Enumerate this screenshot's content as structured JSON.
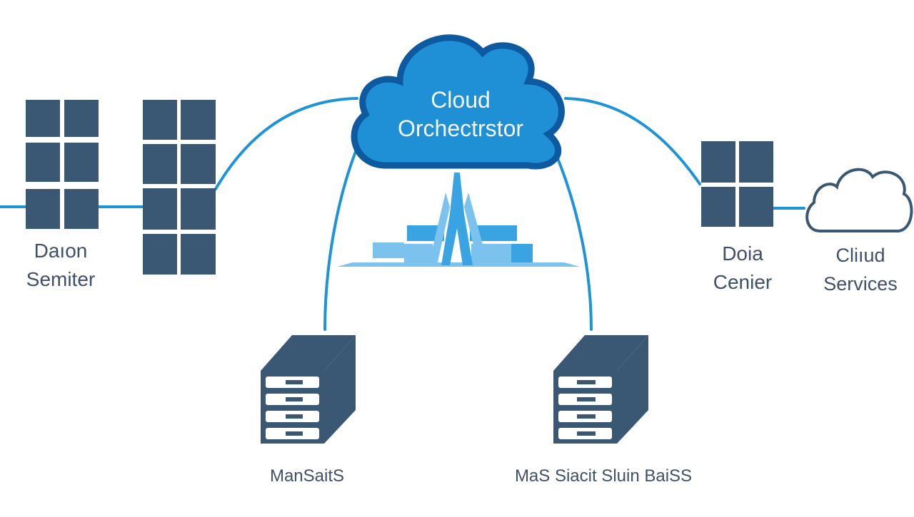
{
  "colors": {
    "link_line": "#1f93d8",
    "node_dark": "#3a5874",
    "cloud_fill": "#1f8fd6",
    "cloud_border": "#0d5aa0",
    "label_text": "#3f5068",
    "cloud_text": "#f2f7fc",
    "outline_cloud": "#3a5874",
    "hub_light": "#7cc2ee",
    "hub_mid": "#3aa4e3"
  },
  "nodes": {
    "orchestrator": {
      "icon": "cloud-icon",
      "label_line1": "Cloud",
      "label_line2": "Orchectrstor"
    },
    "left_datacenter": {
      "icon": "server-rack-icon",
      "label_line1": "Daıon",
      "label_line2": "Semiter"
    },
    "right_datacenter": {
      "icon": "server-rack-icon",
      "label_line1": "Doia",
      "label_line2": "Cenier"
    },
    "cloud_services": {
      "icon": "cloud-outline-icon",
      "label_line1": "Cliıud",
      "label_line2": "Services"
    },
    "server_left": {
      "icon": "server-box-icon",
      "label": "ManSaitS"
    },
    "server_right": {
      "icon": "server-box-icon",
      "label": "MaS Siacit Sluin BaiSS"
    },
    "hub": {
      "icon": "network-hub-icon"
    }
  }
}
